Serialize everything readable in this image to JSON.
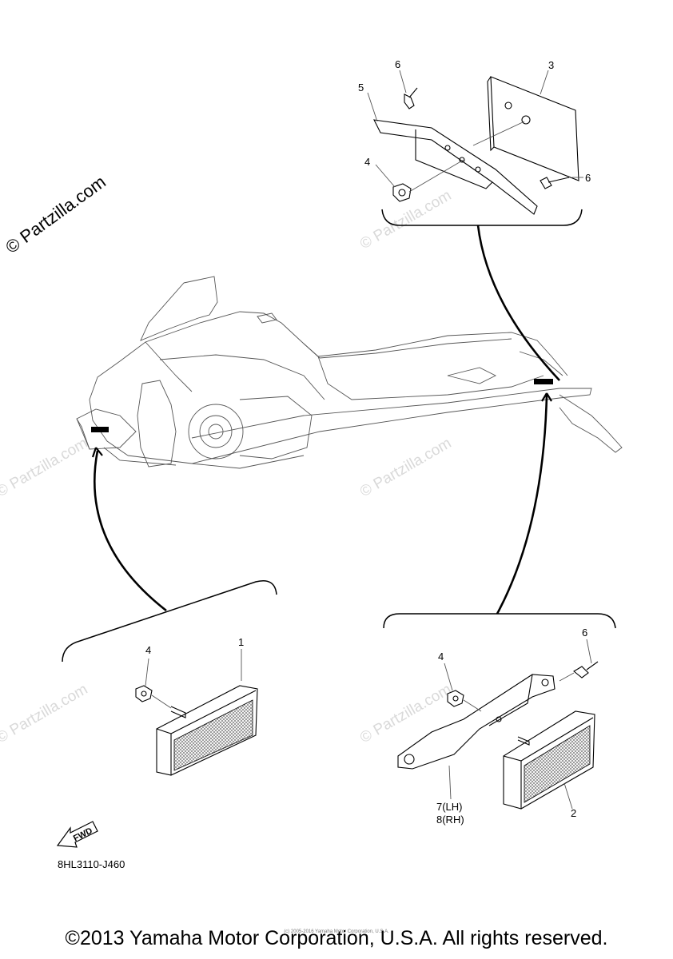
{
  "watermark": {
    "main": "© Partzilla.com",
    "faint": "© Partzilla.com"
  },
  "callouts": {
    "top": {
      "bolt_left": "6",
      "bracket": "5",
      "plate": "3",
      "nut": "4",
      "bolt_right": "6"
    },
    "front": {
      "nut": "4",
      "reflector": "1"
    },
    "rear": {
      "bolt": "6",
      "nut": "4",
      "bracket_lh": "7(LH)",
      "bracket_rh": "8(RH)",
      "reflector": "2"
    }
  },
  "fwd_label": "FWD",
  "diagram_code": "8HL3110-J460",
  "copyright": "©2013 Yamaha Motor Corporation, U.S.A. All rights reserved.",
  "small_copyright": "(c) 2005-2016 Yamaha Motor Corporation, U.S.A."
}
